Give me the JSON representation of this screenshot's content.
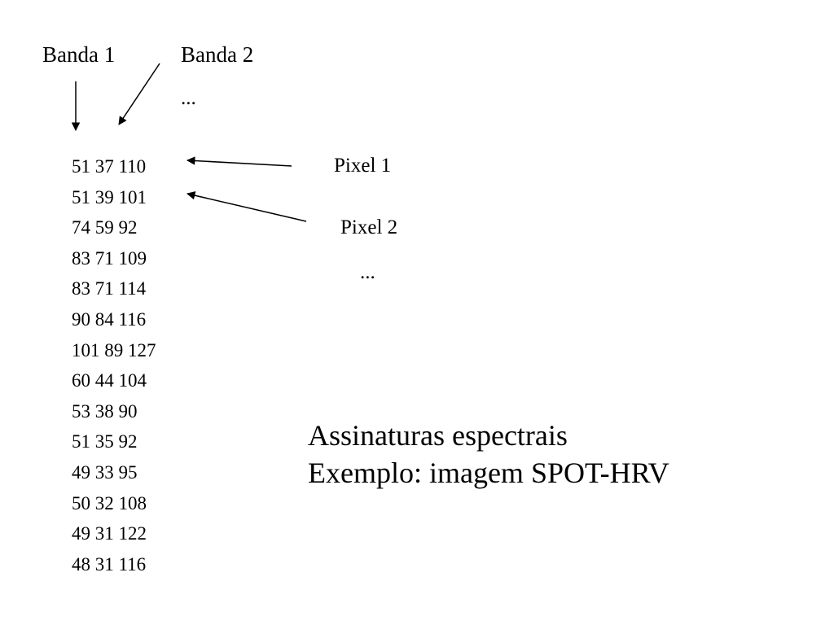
{
  "bands": {
    "band1": "Banda 1",
    "band2": "Banda 2",
    "band_more": "..."
  },
  "pixels": {
    "pixel1": "Pixel 1",
    "pixel2": "Pixel 2",
    "pixel_more": "..."
  },
  "values": [
    "51 37 110",
    "51 39 101",
    "74 59 92",
    "83 71 109",
    "83 71 114",
    "90 84 116",
    "101 89 127",
    "60 44 104",
    "53 38 90",
    "51 35 92",
    "49 33 95",
    "50 32 108",
    "49 31 122",
    "48 31 116"
  ],
  "caption": {
    "line1": "Assinaturas espectrais",
    "line2": "Exemplo: imagem SPOT-HRV"
  }
}
